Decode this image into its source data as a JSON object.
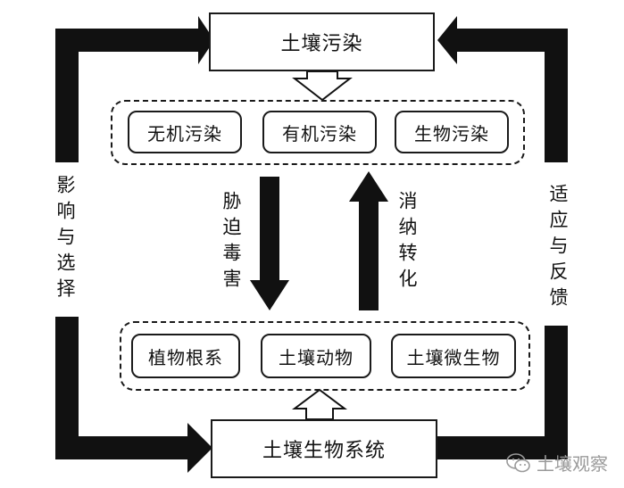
{
  "top_box": {
    "label": "土壤污染"
  },
  "pollution_types": [
    "无机污染",
    "有机污染",
    "生物污染"
  ],
  "middle_labels": {
    "down": "胁迫毒害",
    "up": "消纳转化"
  },
  "side_labels": {
    "left": "影响与选择",
    "right": "适应与反馈"
  },
  "bio_components": [
    "植物根系",
    "土壤动物",
    "土壤微生物"
  ],
  "bottom_box": {
    "label": "土壤生物系统"
  },
  "watermark": {
    "text": "土壤观察",
    "icon": "wechat-icon"
  }
}
